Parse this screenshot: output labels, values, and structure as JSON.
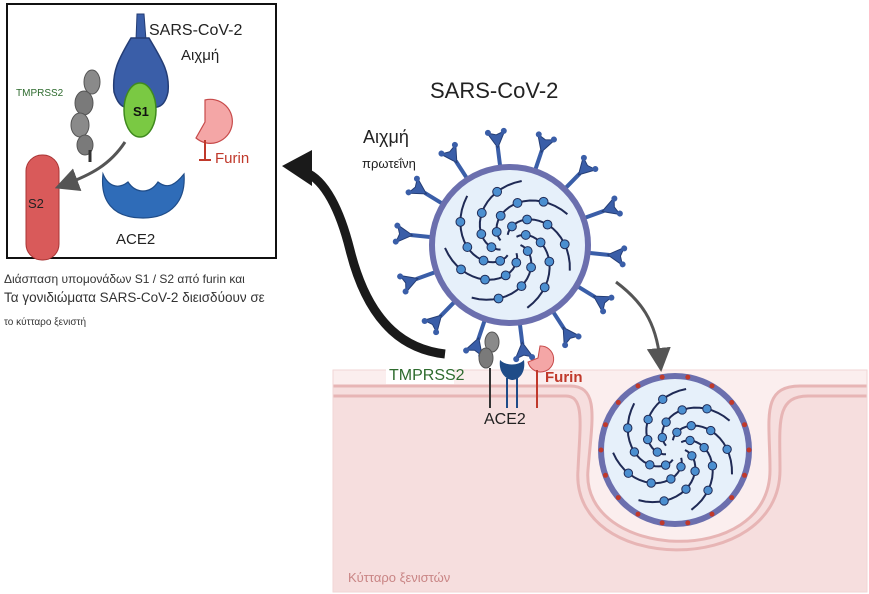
{
  "inset": {
    "spike_label_line1": "SARS-CoV-2",
    "spike_label_line2": "Αιχμή",
    "tmprss2_label": "TMPRSS2",
    "s1_label": "S1",
    "s2_label": "S2",
    "furin_label": "Furin",
    "ace2_label": "ACE2"
  },
  "caption": {
    "line1": "Διάσπαση υπομονάδων S1 / S2 από furin και",
    "line2": "Τα γονιδιώματα SARS-CoV-2 διεισδύουν σε",
    "line3": "το κύτταρο ξενιστή"
  },
  "main": {
    "virus_title": "SARS-CoV-2",
    "spike_protein_line1": "Αιχμή",
    "spike_protein_line2": "πρωτεΐνη",
    "tmprss2_label": "TMPRSS2",
    "furin_label": "Furin",
    "ace2_label": "ACE2",
    "host_cell_label": "Κύτταρο ξενιστών"
  },
  "colors": {
    "spike_blue": "#3a5ea8",
    "s1_green": "#7ac943",
    "furin_pink": "#f4a6a6",
    "furin_text": "#c0392b",
    "s2_red": "#d95a5a",
    "ace2_blue": "#2f6cb8",
    "tmprss2_gray": "#777777",
    "tmprss2_text": "#2e6b2e",
    "membrane_pink": "#f6dede",
    "envelope_purple": "#6b6fae",
    "rna_navy": "#1f2a55",
    "bead_blue": "#4b8fd0"
  }
}
